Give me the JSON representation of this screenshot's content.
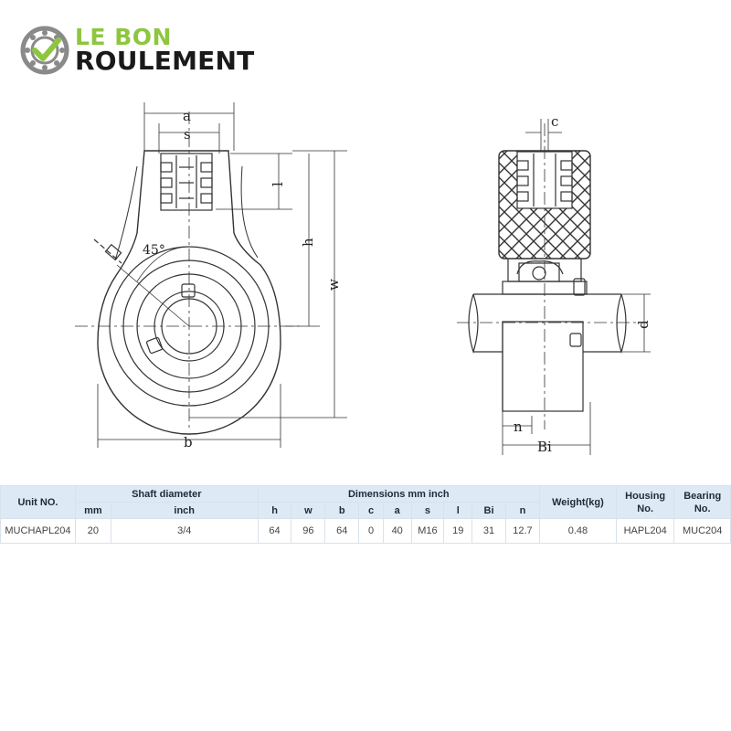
{
  "logo": {
    "line1": "LE BON",
    "line2": "ROULEMENT",
    "accent_color": "#8dc63f",
    "dark_color": "#1a1a1a",
    "icon": "bearing-check-icon"
  },
  "drawing": {
    "front_labels": {
      "a": "a",
      "s": "s",
      "l": "l",
      "h": "h",
      "w": "w",
      "b": "b",
      "angle": "45°"
    },
    "side_labels": {
      "c": "c",
      "d": "d",
      "n": "n",
      "bi": "Bi"
    }
  },
  "table": {
    "headers": {
      "unit_no": "Unit NO.",
      "shaft_diameter": "Shaft diameter",
      "mm": "mm",
      "inch": "inch",
      "dimensions": "Dimensions mm inch",
      "h": "h",
      "w": "w",
      "b": "b",
      "c": "c",
      "a": "a",
      "s": "s",
      "l": "l",
      "bi": "Bi",
      "n": "n",
      "weight": "Weight(kg)",
      "housing_no": "Housing No.",
      "bearing_no": "Bearing No."
    },
    "rows": [
      {
        "unit_no": "MUCHAPL204",
        "mm": "20",
        "inch": "3/4",
        "h": "64",
        "w": "96",
        "b": "64",
        "c": "0",
        "a": "40",
        "s": "M16",
        "l": "19",
        "bi": "31",
        "n": "12.7",
        "weight": "0.48",
        "housing_no": "HAPL204",
        "bearing_no": "MUC204"
      }
    ]
  }
}
